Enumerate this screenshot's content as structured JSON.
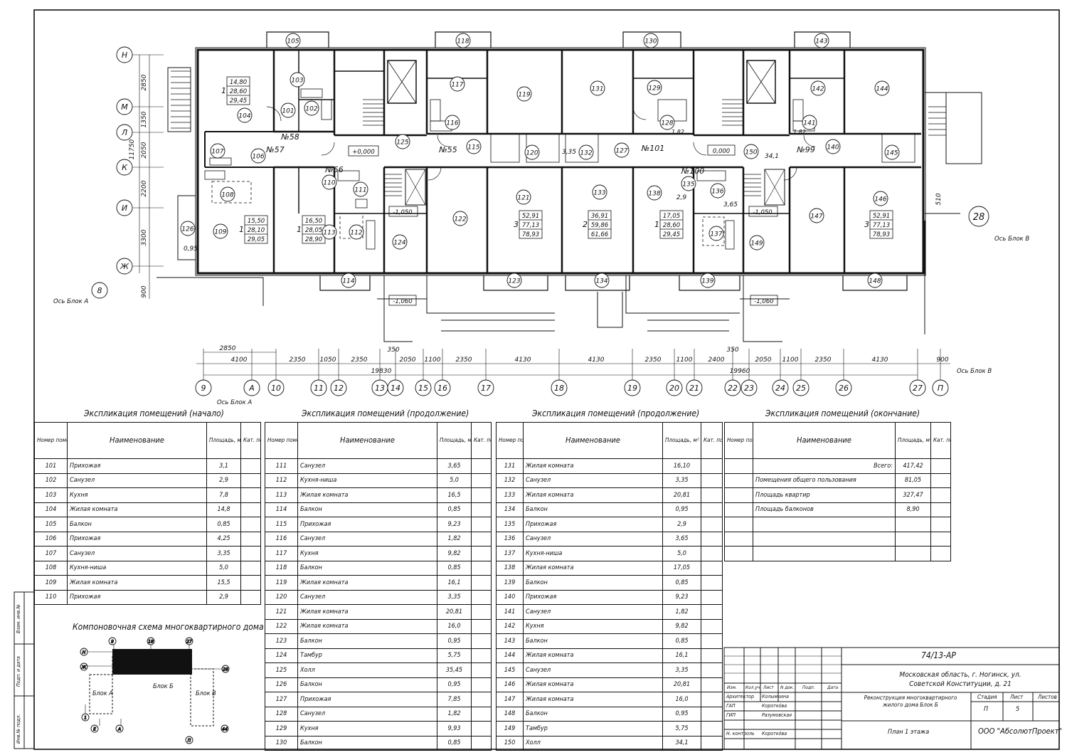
{
  "room_numbers": [
    "101",
    "102",
    "103",
    "104",
    "105",
    "106",
    "107",
    "108",
    "109",
    "110",
    "111",
    "112",
    "113",
    "114",
    "115",
    "116",
    "117",
    "118",
    "119",
    "120",
    "121",
    "122",
    "123",
    "124",
    "125",
    "126",
    "127",
    "128",
    "129",
    "130",
    "131",
    "132",
    "133",
    "134",
    "135",
    "136",
    "137",
    "138",
    "139",
    "140",
    "141",
    "142",
    "143",
    "144",
    "145",
    "146",
    "147",
    "148",
    "149",
    "150"
  ],
  "axes_letters": [
    "Н",
    "М",
    "Л",
    "К",
    "И",
    "Ж"
  ],
  "axes_numbers": [
    "9",
    "А",
    "10",
    "11",
    "12",
    "13",
    "14",
    "15",
    "16",
    "17",
    "18",
    "19",
    "20",
    "21",
    "22",
    "23",
    "24",
    "25",
    "26",
    "27",
    "П"
  ],
  "axis_side": [
    "8",
    "28"
  ],
  "axis_labels": {
    "block_a_left": "Ось Блок А",
    "block_a_bottom": "Ось Блок А",
    "block_v_right": "Ось Блок В",
    "block_v_bottom": "Ось Блок В"
  },
  "vertical_dims": [
    "2850",
    "1350",
    "2050",
    "2200",
    "3300",
    "900",
    "11750"
  ],
  "horizontal_dims_top": [
    "2850",
    "4100",
    "2350",
    "1050",
    "2350",
    "350",
    "2050",
    "1100",
    "2350",
    "4130",
    "4130",
    "2350",
    "1100",
    "2400",
    "350",
    "2050",
    "1100",
    "2350",
    "4130",
    "900"
  ],
  "horizontal_totals": [
    "19830",
    "19960"
  ],
  "levels": [
    "+0,000",
    "0,000",
    "-1,050",
    "-1,060",
    "-1,050",
    "-1,060"
  ],
  "sections": [
    "№58",
    "№57",
    "№56",
    "№55",
    "№101",
    "№100",
    "№99"
  ],
  "misc_dims": [
    "3,35",
    "34,1",
    "2,9",
    "3,65",
    "0,95",
    "510"
  ],
  "apartment_tags": [
    {
      "rooms": "1",
      "a": "14,80",
      "b": "28,60",
      "c": "29,45"
    },
    {
      "rooms": "1",
      "a": "15,50",
      "b": "28,10",
      "c": "29,05"
    },
    {
      "rooms": "1",
      "a": "16,50",
      "b": "28,05",
      "c": "28,90"
    },
    {
      "rooms": "3",
      "a": "52,91",
      "b": "77,13",
      "c": "78,93"
    },
    {
      "rooms": "2",
      "a": "36,91",
      "b": "59,86",
      "c": "61,66"
    },
    {
      "rooms": "1",
      "a": "17,05",
      "b": "28,60",
      "c": "29,45"
    },
    {
      "rooms": "3",
      "a": "52,91",
      "b": "77,13",
      "c": "78,93"
    }
  ],
  "small_text": {
    "v128": "1,82",
    "v141": "1,82"
  },
  "tables": {
    "headers": {
      "num": "Номер помеще- ния",
      "name": "Наименование",
      "area": "Площадь, м²",
      "cat": "Кат. поме- ще- ния"
    },
    "t1": {
      "title": "Экспликация помещений (начало)",
      "rows": [
        [
          "101",
          "Прихожая",
          "3,1"
        ],
        [
          "102",
          "Санузел",
          "2,9"
        ],
        [
          "103",
          "Кухня",
          "7,8"
        ],
        [
          "104",
          "Жилая комната",
          "14,8"
        ],
        [
          "105",
          "Балкон",
          "0,85"
        ],
        [
          "106",
          "Прихожая",
          "4,25"
        ],
        [
          "107",
          "Санузел",
          "3,35"
        ],
        [
          "108",
          "Кухня-ниша",
          "5,0"
        ],
        [
          "109",
          "Жилая комната",
          "15,5"
        ],
        [
          "110",
          "Прихожая",
          "2,9"
        ]
      ]
    },
    "t2": {
      "title": "Экспликация помещений (продолжение)",
      "rows": [
        [
          "111",
          "Санузел",
          "3,65"
        ],
        [
          "112",
          "Кухня-ниша",
          "5,0"
        ],
        [
          "113",
          "Жилая комната",
          "16,5"
        ],
        [
          "114",
          "Балкон",
          "0,85"
        ],
        [
          "115",
          "Прихожая",
          "9,23"
        ],
        [
          "116",
          "Санузел",
          "1,82"
        ],
        [
          "117",
          "Кухня",
          "9,82"
        ],
        [
          "118",
          "Балкон",
          "0,85"
        ],
        [
          "119",
          "Жилая комната",
          "16,1"
        ],
        [
          "120",
          "Санузел",
          "3,35"
        ],
        [
          "121",
          "Жилая комната",
          "20,81"
        ],
        [
          "122",
          "Жилая комната",
          "16,0"
        ],
        [
          "123",
          "Балкон",
          "0,95"
        ],
        [
          "124",
          "Тамбур",
          "5,75"
        ],
        [
          "125",
          "Холл",
          "35,45"
        ],
        [
          "126",
          "Балкон",
          "0,95"
        ],
        [
          "127",
          "Прихожая",
          "7,85"
        ],
        [
          "128",
          "Санузел",
          "1,82"
        ],
        [
          "129",
          "Кухня",
          "9,93"
        ],
        [
          "130",
          "Балкон",
          "0,85"
        ]
      ]
    },
    "t3": {
      "title": "Экспликация помещений (продолжение)",
      "rows": [
        [
          "131",
          "Жилая комната",
          "16,10"
        ],
        [
          "132",
          "Санузел",
          "3,35"
        ],
        [
          "133",
          "Жилая комната",
          "20,81"
        ],
        [
          "134",
          "Балкон",
          "0,95"
        ],
        [
          "135",
          "Прихожая",
          "2,9"
        ],
        [
          "136",
          "Санузел",
          "3,65"
        ],
        [
          "137",
          "Кухня-ниша",
          "5,0"
        ],
        [
          "138",
          "Жилая комната",
          "17,05"
        ],
        [
          "139",
          "Балкон",
          "0,85"
        ],
        [
          "140",
          "Прихожая",
          "9,23"
        ],
        [
          "141",
          "Санузел",
          "1,82"
        ],
        [
          "142",
          "Кухня",
          "9,82"
        ],
        [
          "143",
          "Балкон",
          "0,85"
        ],
        [
          "144",
          "Жилая комната",
          "16,1"
        ],
        [
          "145",
          "Санузел",
          "3,35"
        ],
        [
          "146",
          "Жилая комната",
          "20,81"
        ],
        [
          "147",
          "Жилая комната",
          "16,0"
        ],
        [
          "148",
          "Балкон",
          "0,95"
        ],
        [
          "149",
          "Тамбур",
          "5,75"
        ],
        [
          "150",
          "Холл",
          "34,1"
        ]
      ]
    },
    "t4": {
      "title": "Экспликация помещений (окончание)",
      "rows": [
        [
          "",
          "Всего:",
          "417,42"
        ],
        [
          "",
          "Помещения общего пользования",
          "81,05"
        ],
        [
          "",
          "Площадь квартир",
          "327,47"
        ],
        [
          "",
          "Площадь балконов",
          "8,90"
        ],
        [
          "",
          "",
          ""
        ],
        [
          "",
          "",
          ""
        ],
        [
          "",
          "",
          ""
        ]
      ]
    }
  },
  "scheme": {
    "title": "Компоновочная схема многоквартирного дома",
    "block_a": "Блок А",
    "block_b": "Блок Б",
    "block_v": "Блок В",
    "marks": [
      "9",
      "18",
      "27",
      "Н",
      "Ж",
      "28",
      "Е",
      "А",
      "П",
      "44",
      "1"
    ]
  },
  "side_stamps": [
    "Взам. инв.№",
    "Подп. и дата",
    "Инв.№ подл."
  ],
  "title_block": {
    "code": "74/13-АР",
    "address": "Московская область, г. Ногинск, ул. Советской Конституции, д. 21",
    "header_cols": [
      "Изм.",
      "Кол.уч.",
      "Лист",
      "N док.",
      "Подп.",
      "Дата"
    ],
    "roles": [
      [
        "Архитектор",
        "Колымкина"
      ],
      [
        "ГАП",
        "Коротко́ва"
      ],
      [
        "ГИП",
        "Разумовская"
      ],
      [
        "",
        ""
      ],
      [
        "Н. контроль",
        "Коротко́ва"
      ]
    ],
    "project": "Реконструкция многоквартирного жилого дома Блок Б",
    "stage_label": "Стадия",
    "sheet_label": "Лист",
    "sheets_label": "Листов",
    "stage": "П",
    "sheet": "5",
    "sheets": "",
    "drawing": "План 1 этажа",
    "company": "ООО \"АбсолютПроект\""
  }
}
